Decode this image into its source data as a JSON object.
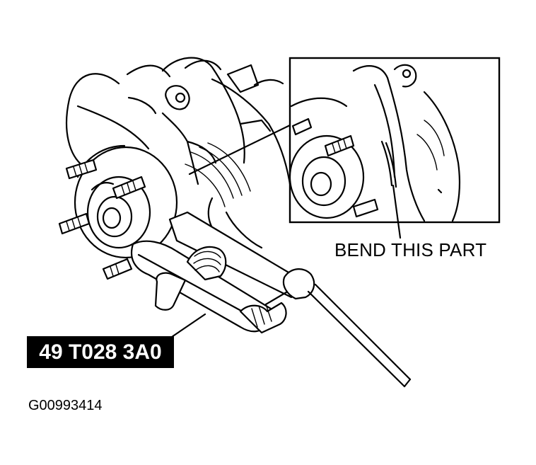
{
  "callout": {
    "text": "BEND THIS PART"
  },
  "tool": {
    "number": "49 T028 3A0"
  },
  "figure": {
    "id": "G00993414"
  }
}
